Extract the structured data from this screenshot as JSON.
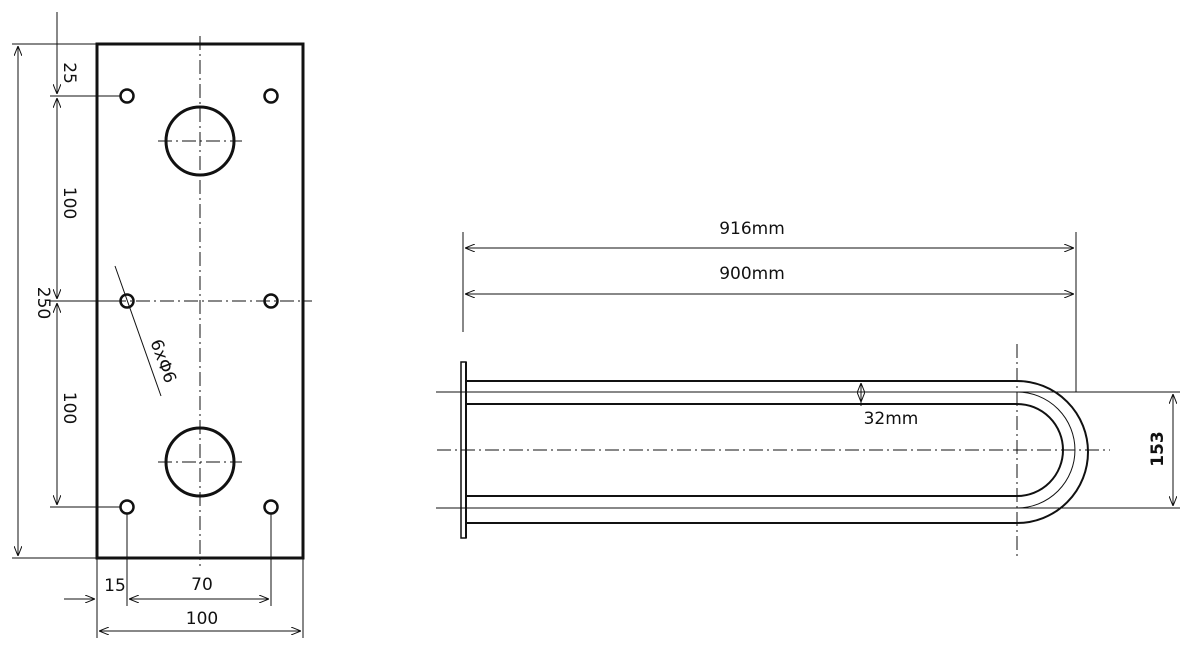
{
  "plate_view": {
    "dims": {
      "top_offset": "25",
      "upper_spacing": "100",
      "total_height": "250",
      "lower_spacing": "100",
      "edge_offset": "15",
      "hole_spacing": "70",
      "total_width": "100",
      "hole_note": "6xΦ6"
    }
  },
  "side_view": {
    "dims": {
      "overall_length": "916mm",
      "tube_length": "900mm",
      "tube_diameter": "32mm",
      "height": "153"
    }
  }
}
